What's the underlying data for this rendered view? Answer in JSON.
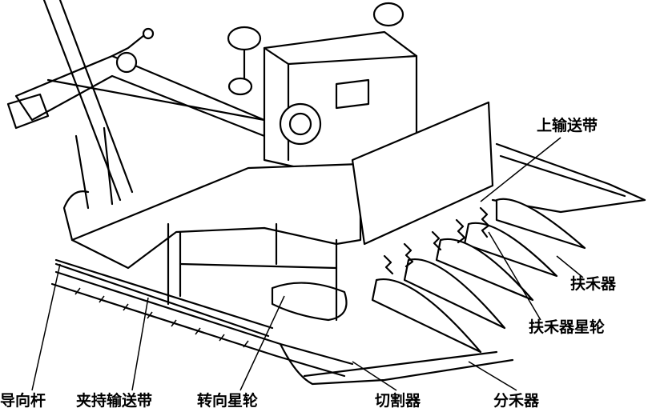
{
  "labels": {
    "upper_conveyor": "上输送带",
    "crop_lifter": "扶禾器",
    "crop_lifter_star_wheel": "扶禾器星轮",
    "guide_rod": "导向杆",
    "clamping_conveyor": "夹持输送带",
    "steering_star_wheel": "转向星轮",
    "cutter": "切割器",
    "crop_divider": "分禾器"
  }
}
